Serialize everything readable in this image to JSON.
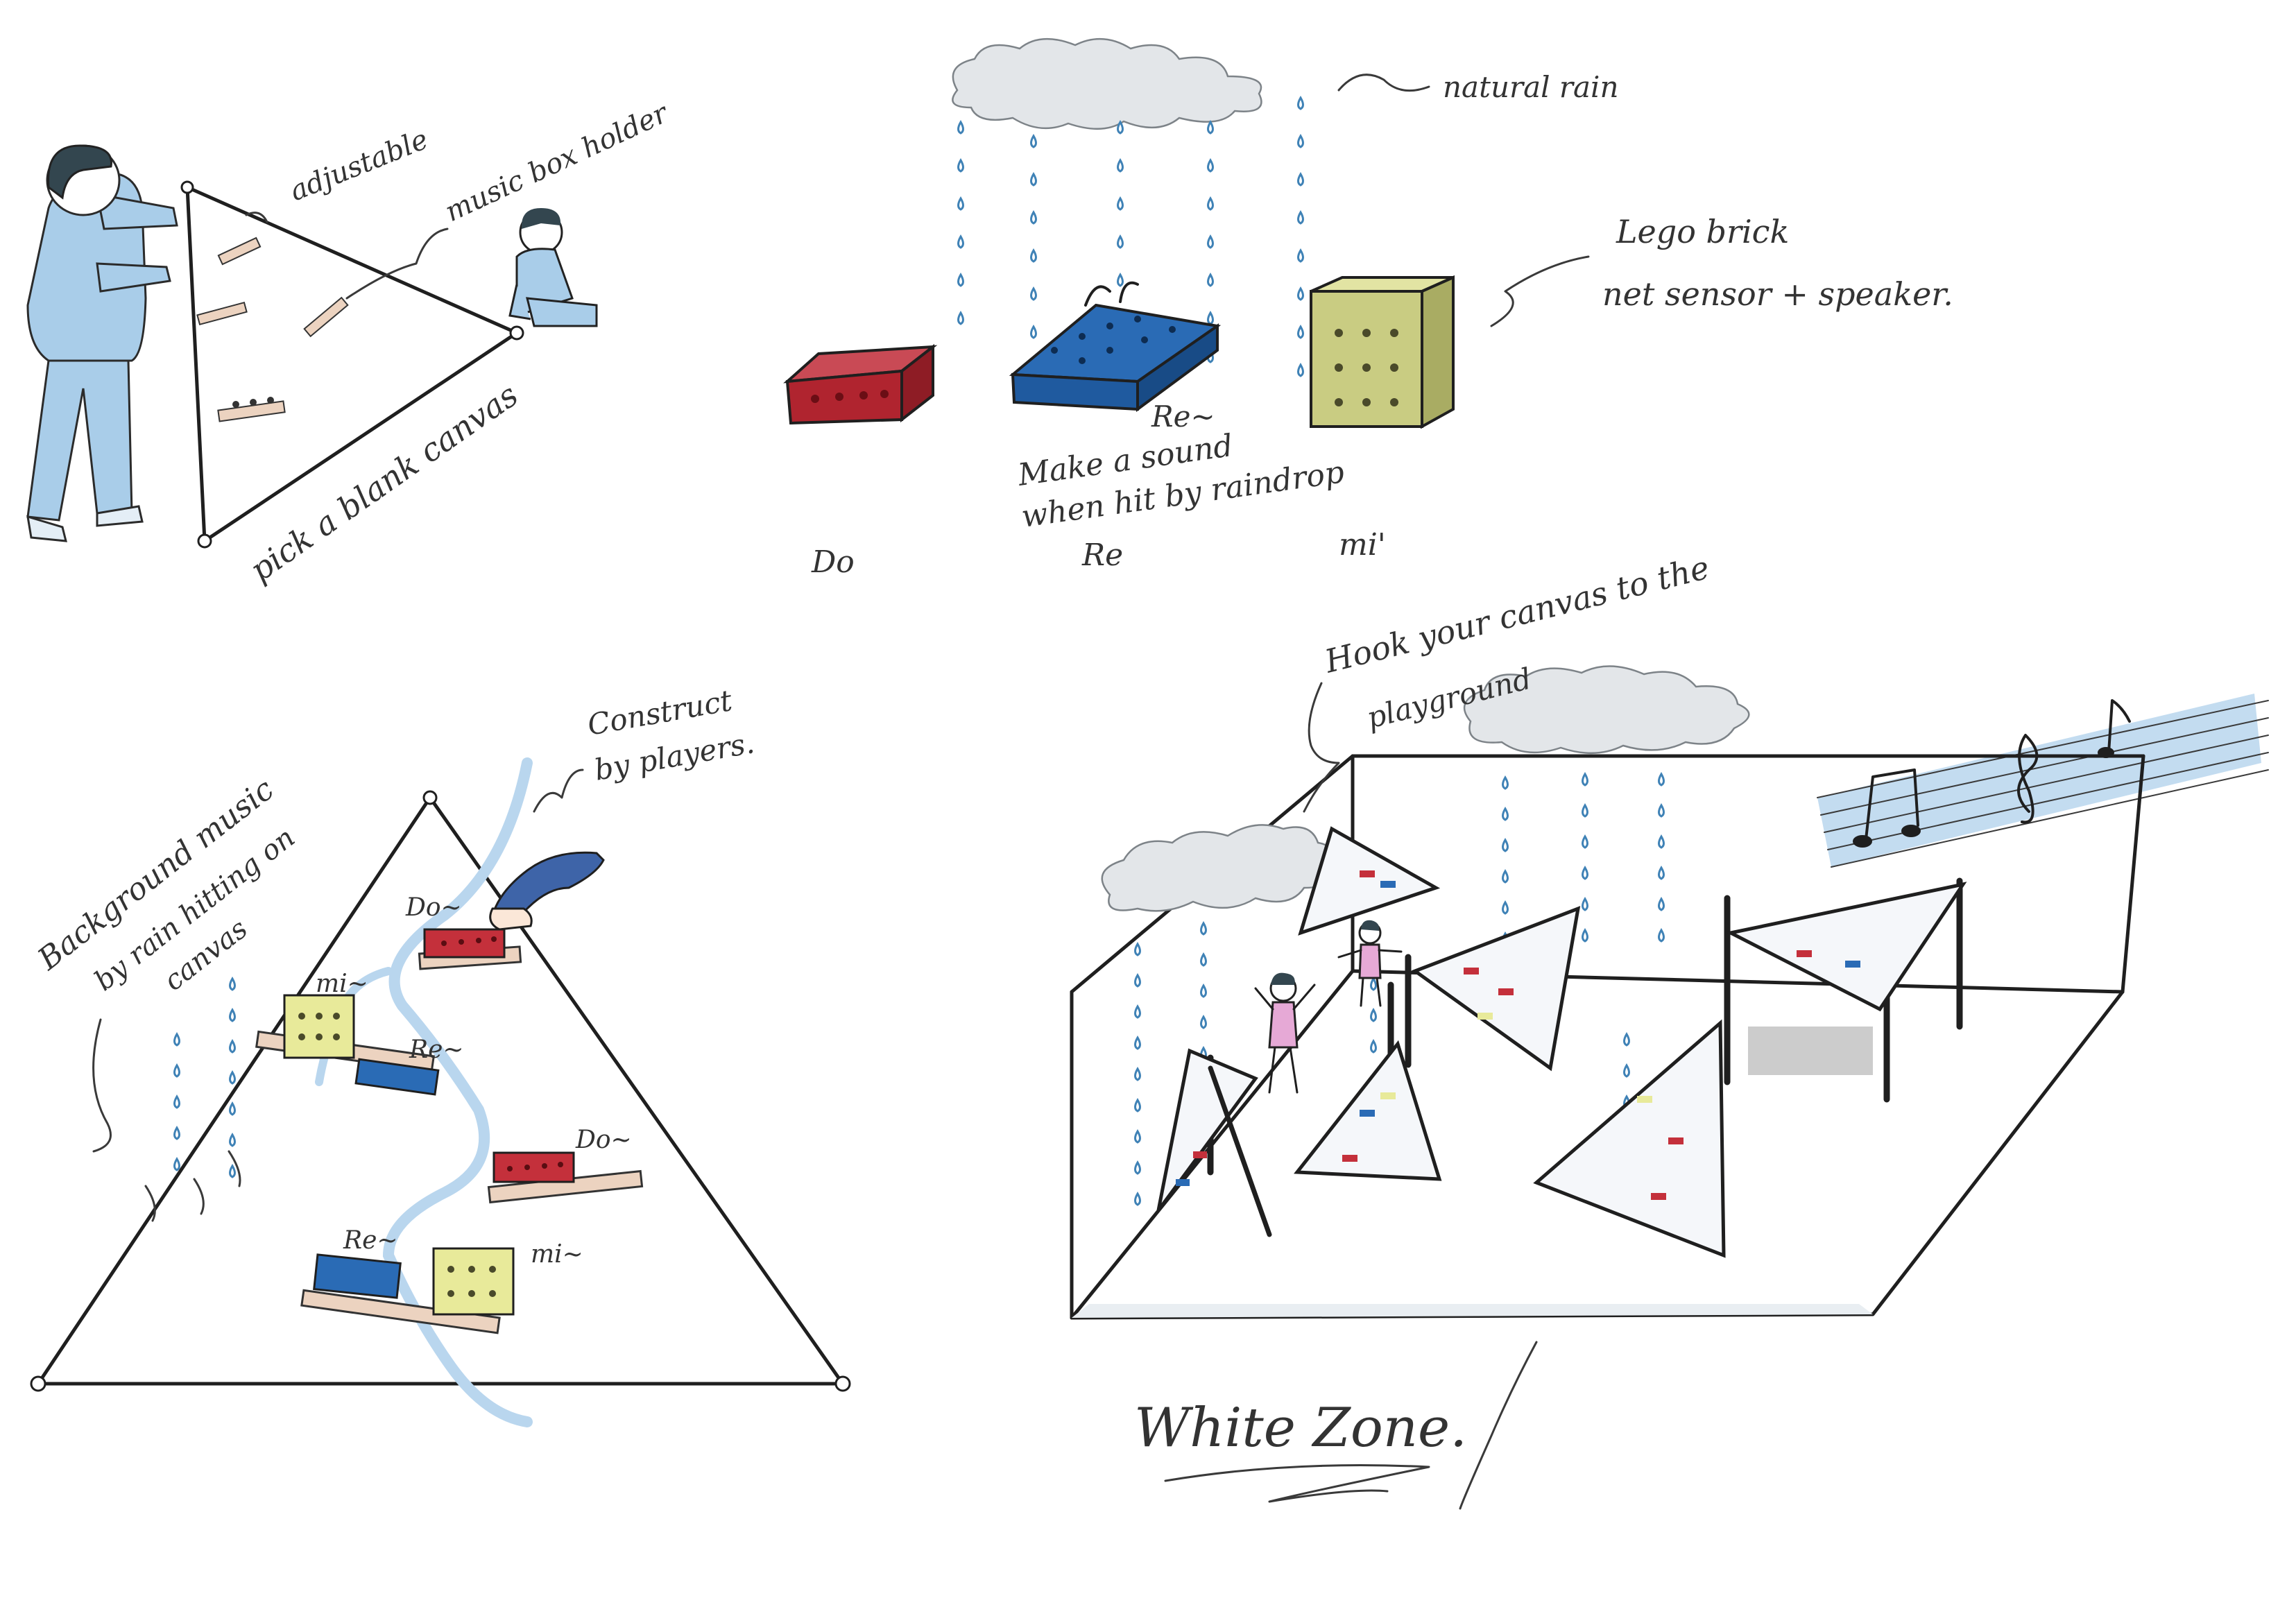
{
  "labels": {
    "adjustable": "adjustable",
    "music_box_holder": "music box holder",
    "pick_canvas": "pick a blank canvas",
    "natural_rain": "natural rain",
    "lego_brick": "Lego brick",
    "sensor_speaker": "net sensor + speaker.",
    "re_arrow": "Re~",
    "make_sound_1": "Make a sound",
    "make_sound_2": "when hit by raindrop",
    "note_do": "Do",
    "note_re": "Re",
    "note_mi": "mi'",
    "background_music_1": "Background music",
    "background_music_2": "by rain hitting on",
    "background_music_3": "canvas",
    "construct_1": "Construct",
    "construct_2": "by players.",
    "brick_do_top": "Do~",
    "brick_mi_top": "mi~",
    "brick_re_mid": "Re~",
    "brick_do_mid": "Do~",
    "brick_re_bottom": "Re~",
    "brick_mi_bottom": "mi~",
    "hook_1": "Hook your canvas to the",
    "hook_2": "playground",
    "white_zone": "White Zone."
  },
  "colors": {
    "brick_red": "#b0242f",
    "brick_blue": "#2a6bb5",
    "brick_yellow": "#d6d98a",
    "person_blue": "#a9cde9",
    "child_pink": "#e6a9d6",
    "rain_outline": "#3f82b6",
    "cloud": "#e3e6e9"
  },
  "icons": [
    "person-icon",
    "child-icon",
    "cloud-icon",
    "raindrop-icon",
    "brick-icon",
    "music-note-icon",
    "treble-clef-icon"
  ]
}
